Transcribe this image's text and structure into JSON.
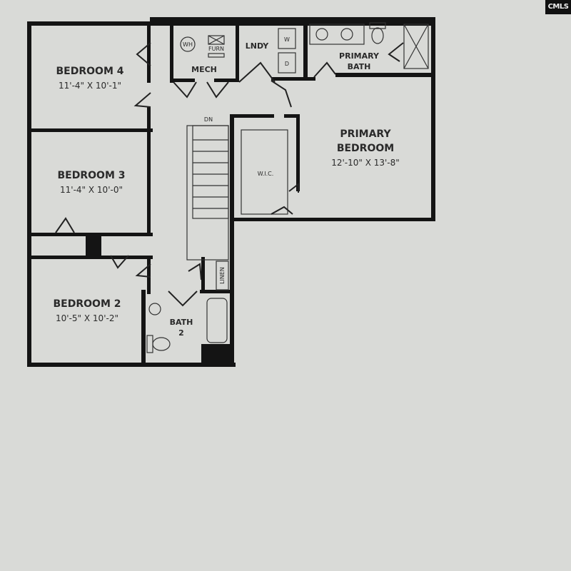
{
  "watermark": "CMLS",
  "rooms": {
    "bedroom4": {
      "name": "BEDROOM 4",
      "size": "11'-4\" X 10'-1\""
    },
    "bedroom3": {
      "name": "BEDROOM 3",
      "size": "11'-4\" X 10'-0\""
    },
    "bedroom2": {
      "name": "BEDROOM 2",
      "size": "10'-5\" X 10'-2\""
    },
    "primary_bedroom": {
      "name_line1": "PRIMARY",
      "name_line2": "BEDROOM",
      "size": "12'-10\" X 13'-8\""
    },
    "primary_bath": {
      "line1": "PRIMARY",
      "line2": "BATH"
    },
    "bath2": {
      "line1": "BATH",
      "line2": "2"
    },
    "mech": "MECH",
    "laundry": "LNDY",
    "wic": "W.I.C.",
    "linen": "LINEN",
    "stairs": "DN"
  },
  "fixtures": {
    "water_heater": "WH",
    "furnace": "FURN",
    "washer": "W",
    "dryer": "D"
  }
}
